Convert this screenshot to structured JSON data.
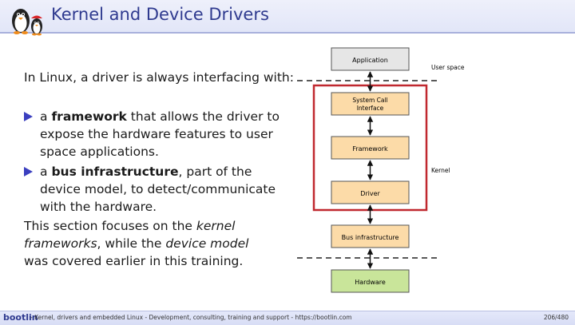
{
  "header": {
    "title": "Kernel and Device Drivers"
  },
  "content": {
    "intro": "In Linux, a driver is always interfacing with:",
    "bullets": [
      {
        "pre": "a ",
        "bold": "framework",
        "post": " that allows the driver to expose the hardware features to user space applications."
      },
      {
        "pre": "a ",
        "bold": "bus infrastructure",
        "post": ", part of the device model, to detect/communicate with the hardware."
      }
    ],
    "closing": {
      "t1": "This section focuses on the ",
      "i1": "kernel frameworks",
      "t2": ", while the ",
      "i2": "device model",
      "t3": " was covered earlier in this training."
    }
  },
  "diagram": {
    "boxes": {
      "application": "Application",
      "syscall_line1": "System Call",
      "syscall_line2": "Interface",
      "framework": "Framework",
      "driver": "Driver",
      "bus": "Bus infrastructure",
      "hardware": "Hardware"
    },
    "labels": {
      "user_space": "User space",
      "kernel": "Kernel"
    },
    "colors": {
      "application": "#e6e6e6",
      "kernel_box": "#fcdba8",
      "hardware": "#c9e59a",
      "kernel_frame": "#c0282f"
    }
  },
  "footer": {
    "brand": "bootlin",
    "text": "- Kernel, drivers and embedded Linux - Development, consulting, training and support - https://bootlin.com",
    "page": "206/480"
  }
}
